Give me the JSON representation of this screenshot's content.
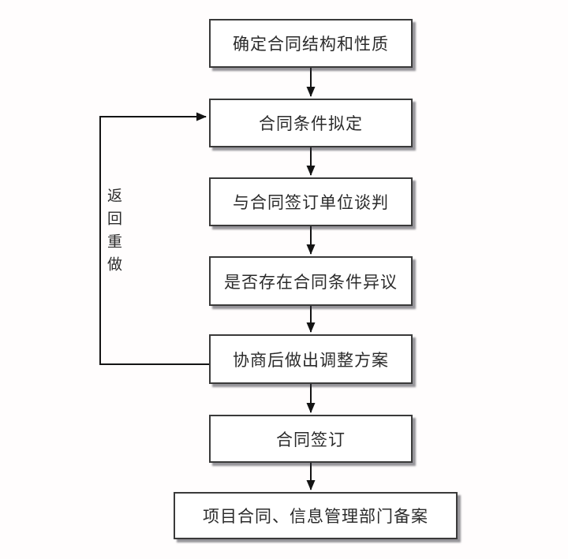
{
  "diagram": {
    "type": "flowchart",
    "nodes": [
      {
        "id": "node-1",
        "label": "确定合同结构和性质"
      },
      {
        "id": "node-2",
        "label": "合同条件拟定"
      },
      {
        "id": "node-3",
        "label": "与合同签订单位谈判"
      },
      {
        "id": "node-4",
        "label": "是否存在合同条件异议"
      },
      {
        "id": "node-5",
        "label": "协商后做出调整方案"
      },
      {
        "id": "node-6",
        "label": "合同签订"
      },
      {
        "id": "node-7",
        "label": "项目合同、信息管理部门备案"
      }
    ],
    "edges": [
      {
        "from": "node-1",
        "to": "node-2",
        "kind": "arrow-down"
      },
      {
        "from": "node-2",
        "to": "node-3",
        "kind": "arrow-down"
      },
      {
        "from": "node-3",
        "to": "node-4",
        "kind": "arrow-down"
      },
      {
        "from": "node-4",
        "to": "node-5",
        "kind": "arrow-down"
      },
      {
        "from": "node-5",
        "to": "node-6",
        "kind": "arrow-down"
      },
      {
        "from": "node-6",
        "to": "node-7",
        "kind": "arrow-down"
      },
      {
        "from": "node-5",
        "to": "node-2",
        "kind": "loop-back",
        "label": "返回重做"
      }
    ],
    "loop_label": "返回重做",
    "colors": {
      "background": "#fffdfd",
      "box_fill": "#ffffff",
      "box_border": "#3a3a3a",
      "box_shadow": "rgba(45,45,55,0.5)",
      "line": "#141414",
      "text": "#2b2b2b"
    }
  }
}
